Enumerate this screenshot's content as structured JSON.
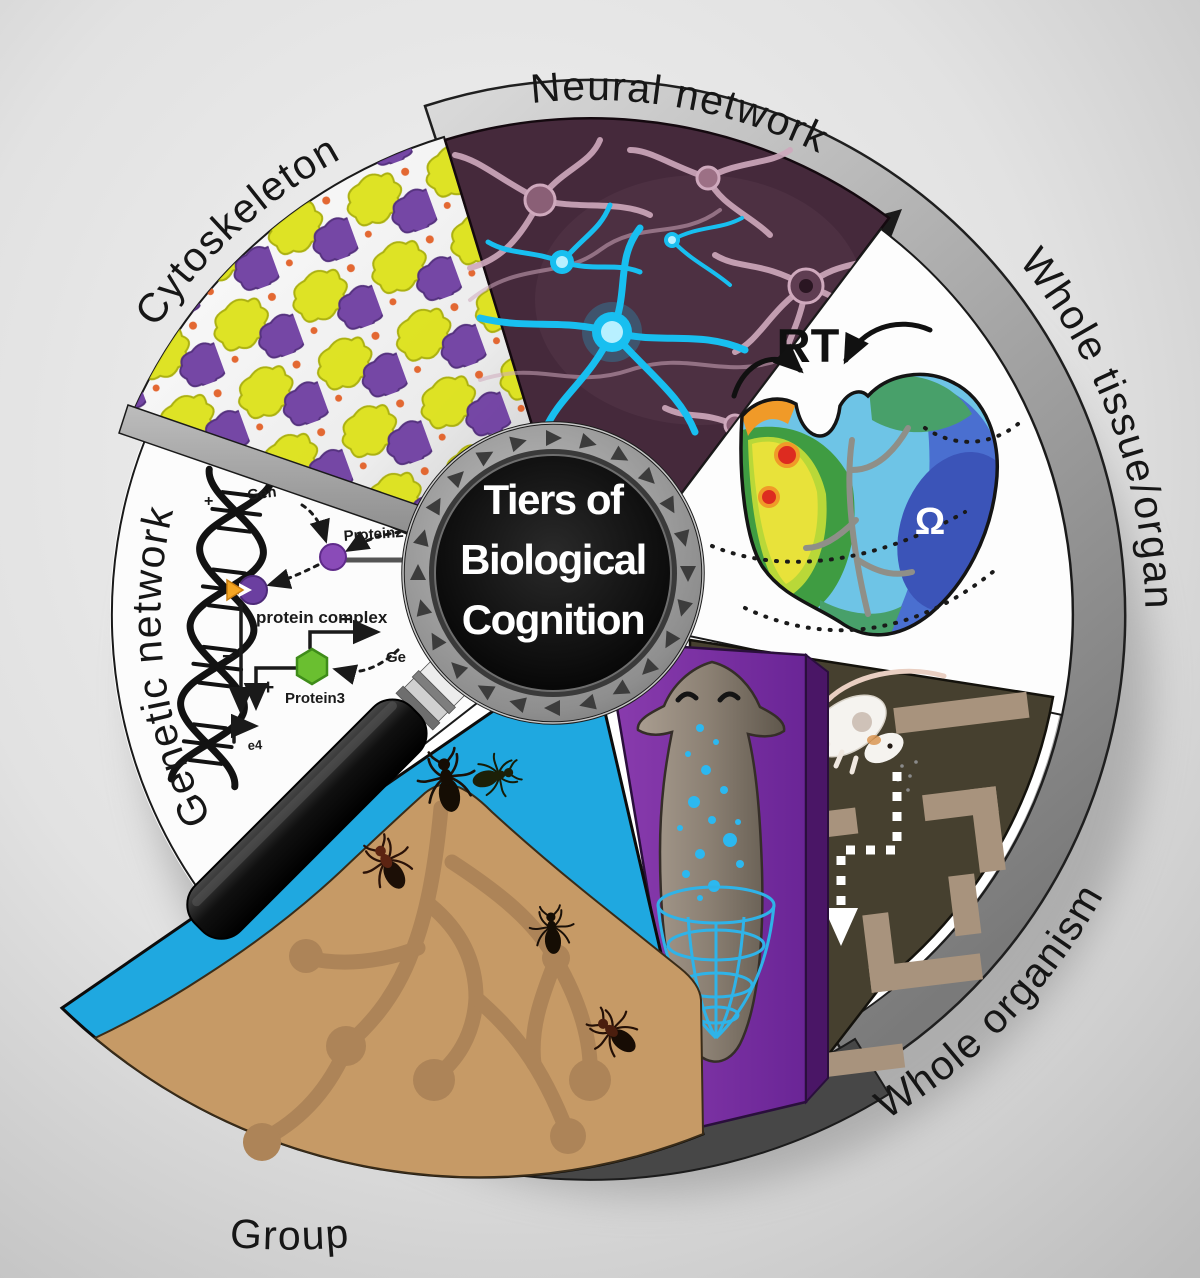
{
  "figure": {
    "center_title": {
      "line1": "Tiers of",
      "line2": "Biological",
      "line3": "Cognition"
    },
    "tier_labels": {
      "cytoskeleton": "Cytoskeleton",
      "neural_network": "Neural network",
      "whole_tissue_organ": "Whole tissue/organ",
      "whole_organism": "Whole organism",
      "group": "Group",
      "genetic_network": "Genetic network"
    },
    "tissue_panel": {
      "regeneration_label": "RT",
      "target_morphology_symbol": "Ω"
    },
    "genetic_panel": {
      "gene_top_fragment": "Gen",
      "protein2_label": "Protein2",
      "protein_complex_label": "protein complex",
      "protein3_label": "Protein3",
      "gene_right_fragment": "Ge",
      "gene4_fragment": "e4",
      "plus_sign": "+",
      "minus_sign": "−"
    },
    "colors": {
      "background": "#d9d9d9",
      "band_gray": "#9b9b9b",
      "neural_bg": "#45293b",
      "planarian_panel": "#7b2f9e",
      "maze_bg": "#46402f",
      "group_sky": "#1fa8e0",
      "mound_tan": "#c69a66",
      "cyto_yellow": "#dde21c",
      "cyto_purple": "#7040a2",
      "cyan_neuron": "#1ec8f5",
      "lens_face": "#0a0a0a"
    }
  }
}
